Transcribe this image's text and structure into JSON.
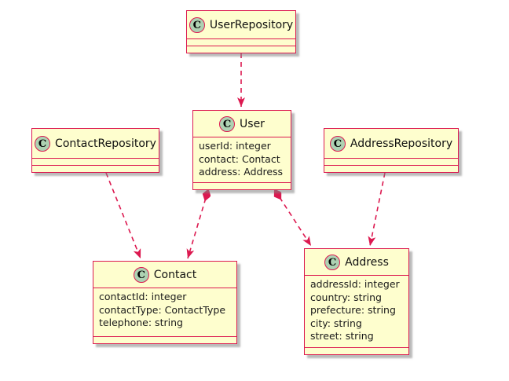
{
  "diagram": {
    "kind": "uml-class-diagram",
    "icon_letter": "C",
    "colors": {
      "background": "#FFFFFF",
      "class_fill": "#FEFECE",
      "class_border": "#DC1950",
      "icon_fill": "#ADD1B2",
      "edge": "#DC1950",
      "text": "#1A1A1A",
      "shadow": "#828282"
    },
    "classes": [
      {
        "name": "UserRepository",
        "fields": []
      },
      {
        "name": "User",
        "fields": [
          "userId: integer",
          "contact: Contact",
          "address: Address"
        ]
      },
      {
        "name": "ContactRepository",
        "fields": []
      },
      {
        "name": "AddressRepository",
        "fields": []
      },
      {
        "name": "Contact",
        "fields": [
          "contactId: integer",
          "contactType: ContactType",
          "telephone: string"
        ]
      },
      {
        "name": "Address",
        "fields": [
          "addressId: integer",
          "country: string",
          "prefecture: string",
          "city: string",
          "street: string"
        ]
      }
    ],
    "relationships": [
      {
        "from": "UserRepository",
        "to": "User",
        "type": "dashed-dependency-arrow"
      },
      {
        "from": "ContactRepository",
        "to": "Contact",
        "type": "dashed-dependency-arrow"
      },
      {
        "from": "AddressRepository",
        "to": "Address",
        "type": "dashed-dependency-arrow"
      },
      {
        "from": "User",
        "to": "Contact",
        "type": "dashed-composition-diamond-arrow"
      },
      {
        "from": "User",
        "to": "Address",
        "type": "dashed-composition-diamond-arrow"
      }
    ]
  }
}
